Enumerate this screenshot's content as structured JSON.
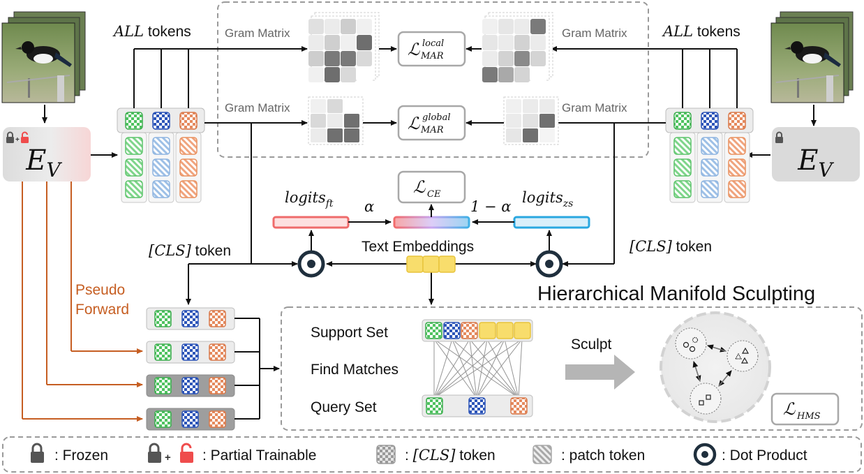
{
  "labels": {
    "all_tokens_left_word": "ALL",
    "all_tokens_left_rest": " tokens",
    "all_tokens_right_word": "ALL",
    "all_tokens_right_rest": " tokens",
    "gram_top_left": "Gram Matrix",
    "gram_top_right": "Gram Matrix",
    "gram_mid_left": "Gram Matrix",
    "gram_mid_right": "Gram Matrix",
    "loss_local_base": "ℒ",
    "loss_local_sup": "local",
    "loss_local_sub": "MAR",
    "loss_global_base": "ℒ",
    "loss_global_sup": "global",
    "loss_global_sub": "MAR",
    "loss_ce_base": "ℒ",
    "loss_ce_sub": "CE",
    "loss_hms_base": "ℒ",
    "loss_hms_sub": "HMS",
    "ev_left_base": "E",
    "ev_left_sub": "V",
    "ev_right_base": "E",
    "ev_right_sub": "V",
    "logits_ft_base": "logits",
    "logits_ft_sub": "ft",
    "logits_zs_base": "logits",
    "logits_zs_sub": "zs",
    "alpha": "α",
    "one_minus_alpha": "1 − α",
    "text_embeddings": "Text Embeddings",
    "cls_token_left_math": "[CLS]",
    "cls_token_left_rest": " token",
    "cls_token_right_math": "[CLS]",
    "cls_token_right_rest": " token",
    "pseudo_forward_line1": "Pseudo",
    "pseudo_forward_line2": "Forward",
    "hms_title": "Hierarchical Manifold Sculpting",
    "support_set": "Support Set",
    "find_matches": "Find Matches",
    "query_set": "Query Set",
    "sculpt": "Sculpt"
  },
  "legend": {
    "frozen": ": Frozen",
    "partial_plus": "+",
    "partial_trainable": ": Partial Trainable",
    "cls_prefix": ": ",
    "cls_math": "[CLS]",
    "cls_rest": " token",
    "patch_token": ": patch token",
    "dot_product": ": Dot Product"
  },
  "colors": {
    "green": "#4fc260",
    "blue": "#3a62c4",
    "orange": "#e58a5e",
    "red_bar": "#ef6b6b",
    "cyan_bar": "#29a7e0",
    "yellow": "#f8dd6c",
    "rust": "#c65e22",
    "dark": "#1f2f3d"
  },
  "icons": {
    "bird_image": "magpie-photo-icon",
    "lock_closed": "lock-icon",
    "lock_open": "unlock-icon",
    "dot_product": "dot-product-icon",
    "arrow": "sculpt-arrow-icon",
    "manifold": "manifold-clusters-icon"
  }
}
